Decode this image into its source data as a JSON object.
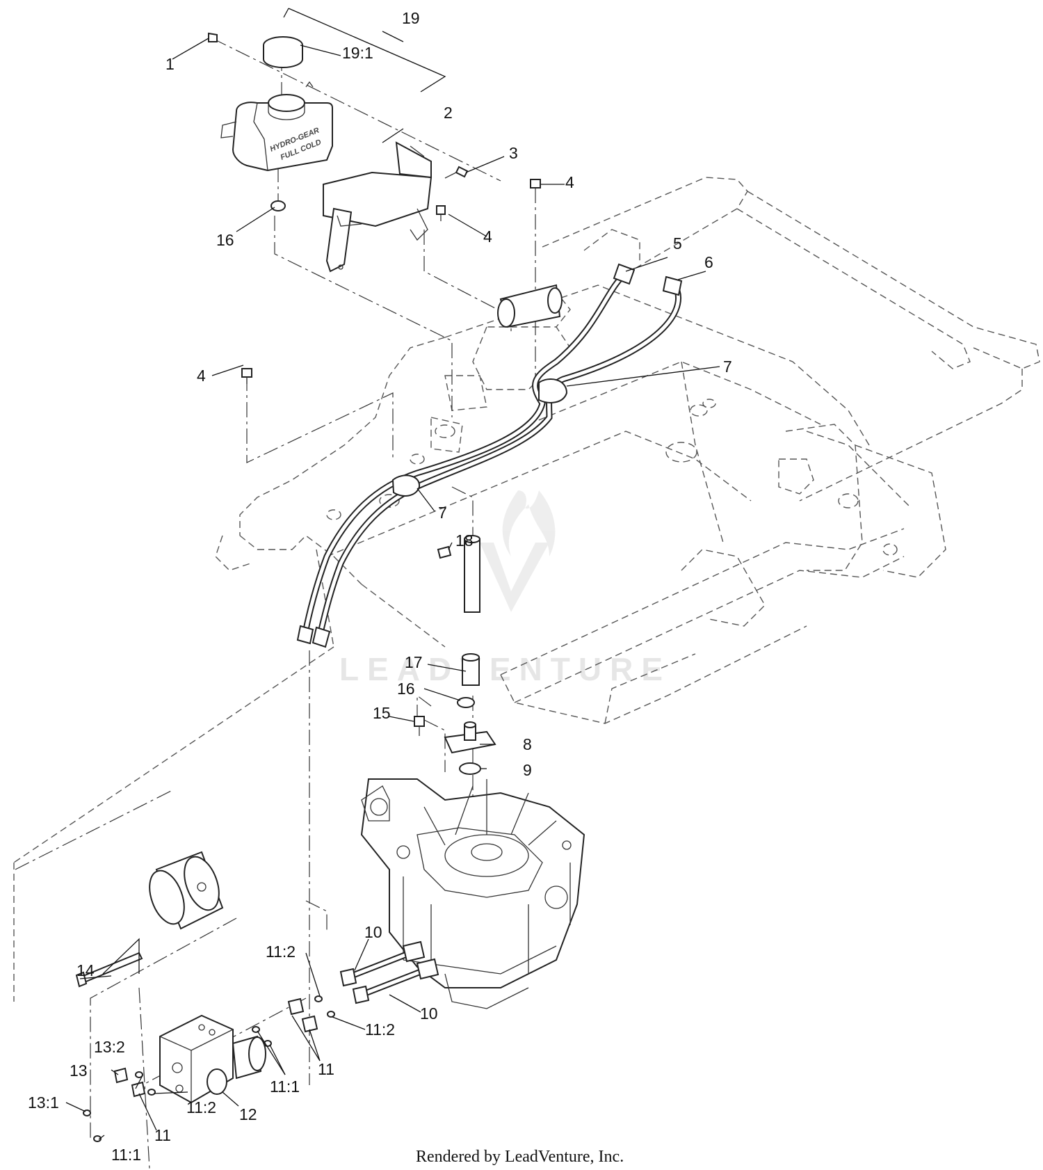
{
  "callouts": {
    "c1": "1",
    "c2": "2",
    "c3": "3",
    "c4a": "4",
    "c4b": "4",
    "c4c": "4",
    "c5": "5",
    "c6": "6",
    "c7a": "7",
    "c7b": "7",
    "c8": "8",
    "c9": "9",
    "c10a": "10",
    "c10b": "10",
    "c11a": "11",
    "c11b": "11",
    "c11_1a": "11:1",
    "c11_1b": "11:1",
    "c11_2a": "11:2",
    "c11_2b": "11:2",
    "c11_2c": "11:2",
    "c12": "12",
    "c13": "13",
    "c13_1": "13:1",
    "c13_2": "13:2",
    "c14": "14",
    "c15": "15",
    "c16a": "16",
    "c16b": "16",
    "c17": "17",
    "c18": "18",
    "c19": "19",
    "c19_1": "19:1"
  },
  "tank_label": "HYDRO-GEAR",
  "tank_sublabel": "FULL COLD",
  "watermark": "LEADVENTURE",
  "footer": "Rendered by LeadVenture, Inc."
}
